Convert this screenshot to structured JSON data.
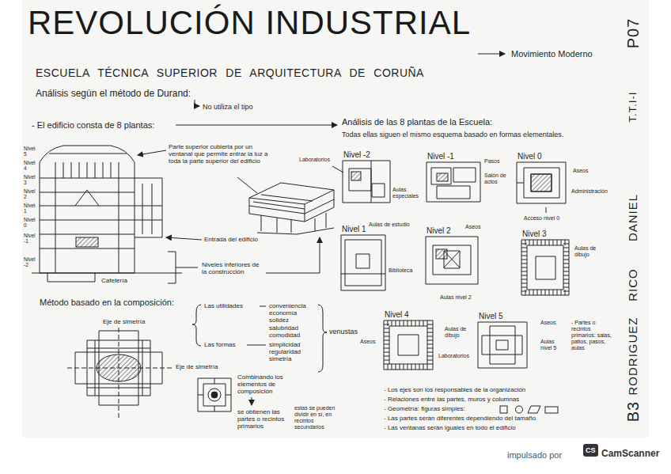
{
  "diagram": {
    "title": "REVOLUCIÓN INDUSTRIAL",
    "nodes": [
      {
        "text": [
          "Nivel -2"
        ]
      },
      {
        "text": [
          "Nivel -1"
        ]
      },
      {
        "text": [
          "Nivel 0"
        ]
      },
      {
        "text": [
          "Nivel 1"
        ]
      },
      {
        "text": [
          "Nivel 2"
        ]
      },
      {
        "text": [
          "Nivel 3"
        ]
      },
      {
        "text": [
          "Nivel 4"
        ]
      },
      {
        "text": [
          "Nivel 5"
        ]
      }
    ],
    "labels": [
      "Movimiento Moderno",
      "ESCUELA TÉCNICA SUPERIOR DE ARQUITECTURA DE CORUÑA",
      "Análisis según el método de Durand:",
      "No utiliza el tipo",
      "- El edificio consta de 8 plantas:",
      "Análisis de las 8 plantas de la Escuela:",
      "Todas ellas siguen el mismo esquema basado en formas elementales.",
      "Nivel 5",
      "Nivel 4",
      "Nivel 3",
      "Nivel 2",
      "Nivel 1",
      "Nivel 0",
      "Nivel -1",
      "Nivel -2",
      "Parte superior cubierta por un ventanal que permite entrar la luz a toda la parte superior del edificio",
      "Entrada del edificio",
      "Niveles inferiores de la construcción",
      "Cafetería",
      "Método basado en la composición:",
      "Eje de simetría",
      "Eje de simetría",
      "Las utilidades",
      "conveniencia economía solidez salubridad comodidad",
      "Las formas",
      "simplicidad regularidad simetría",
      "venustas",
      "Combinando los elementos de composición",
      "se obtienen las partes o recintos primarios",
      "estas se pueden dividir en sí, en recintos secundarios",
      "Laboratorios",
      "Aulas especiales",
      "Pasos",
      "Salón de actos",
      "Aseos",
      "Administración",
      "Acceso nivel 0",
      "Aulas de estudio",
      "Biblioteca",
      "Aseos",
      "Aulas nivel 2",
      "Aulas de dibujo",
      "Aseos",
      "Aulas de dibujo",
      "Laboratorios",
      "Aseos",
      "Aulas nivel 5",
      "- Partes o recintos primarios: salas, patios, pasos, aulas",
      "- Los ejes son los responsables de la organización",
      "- Relaciones entre las partes, muros y columnas",
      "- Geometría: figuras simples:",
      "- Las partes serán diferentes dependiendo del tamaño",
      "- Las ventanas serán iguales en todo el edificio",
      "P07",
      "T.T.I-I",
      "DANIEL",
      "RICO",
      "RODRIGUEZ",
      "B3",
      "impulsado por",
      "CS",
      "CamScanner"
    ]
  }
}
